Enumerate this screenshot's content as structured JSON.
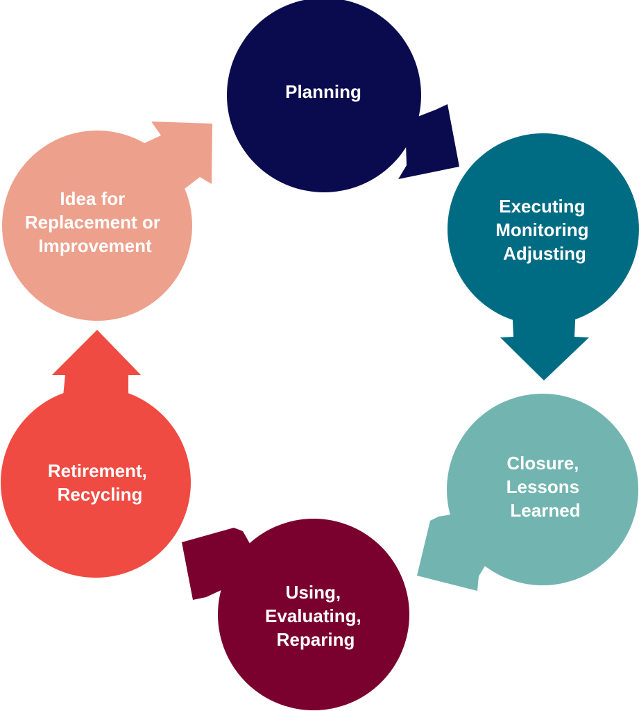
{
  "diagram": {
    "stages": [
      {
        "id": "planning",
        "lines": [
          "Planning"
        ],
        "color": "#0a0a4e"
      },
      {
        "id": "executing",
        "lines": [
          "Executing",
          "Monitoring",
          "Adjusting"
        ],
        "color": "#006c84"
      },
      {
        "id": "closure",
        "lines": [
          "Closure,",
          "Lessons",
          "Learned"
        ],
        "color": "#72b5b0"
      },
      {
        "id": "using",
        "lines": [
          "Using,",
          "Evaluating,",
          "Reparing"
        ],
        "color": "#7a002d"
      },
      {
        "id": "retirement",
        "lines": [
          "Retirement,",
          "Recycling"
        ],
        "color": "#ef4b42"
      },
      {
        "id": "idea",
        "lines": [
          "Idea for",
          "Replacement or",
          "Improvement"
        ],
        "color": "#eda08c"
      }
    ]
  }
}
